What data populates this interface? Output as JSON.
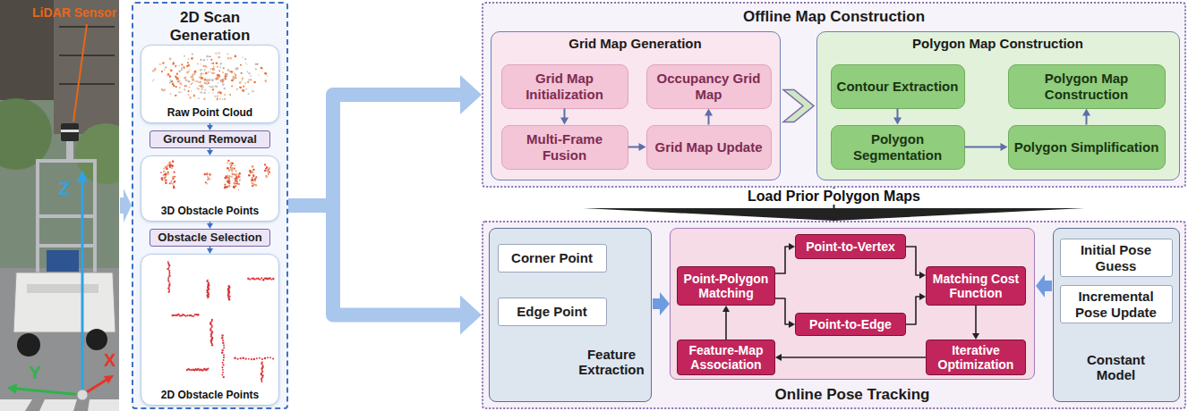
{
  "diagram": {
    "nodes": [
      {
        "text": [
          "2D Scan Generation"
        ]
      },
      {
        "text": [
          "Raw Point Cloud"
        ],
        "in": 0
      },
      {
        "text": [
          "Ground Removal"
        ],
        "in": 0
      },
      {
        "text": [
          "3D Obstacle Points"
        ],
        "in": 0
      },
      {
        "text": [
          "Obstacle Selection"
        ],
        "in": 0
      },
      {
        "text": [
          "2D Obstacle Points"
        ],
        "in": 0
      },
      {
        "text": [
          "Offline Map Construction"
        ]
      },
      {
        "text": [
          "Grid Map Generation"
        ],
        "in": 6
      },
      {
        "text": [
          "Grid Map Initialization"
        ],
        "in": 7
      },
      {
        "text": [
          "Occupancy Grid Map"
        ],
        "in": 7
      },
      {
        "text": [
          "Multi-Frame Fusion"
        ],
        "in": 7
      },
      {
        "text": [
          "Grid Map Update"
        ],
        "in": 7
      },
      {
        "text": [
          "Polygon Map Construction"
        ],
        "in": 6
      },
      {
        "text": [
          "Contour Extraction"
        ],
        "in": 12
      },
      {
        "text": [
          "Polygon Map Construction"
        ],
        "in": 12
      },
      {
        "text": [
          "Polygon Segmentation"
        ],
        "in": 12
      },
      {
        "text": [
          "Polygon Simplification"
        ],
        "in": 12
      },
      {
        "text": [
          "Online Pose Tracking"
        ]
      },
      {
        "text": [
          "Feature Extraction"
        ],
        "in": 17
      },
      {
        "text": [
          "Corner Point"
        ],
        "in": 18
      },
      {
        "text": [
          "Edge Point"
        ],
        "in": 18
      },
      {
        "text": [
          "Point-to-Vertex"
        ],
        "in": 17
      },
      {
        "text": [
          "Point-Polygon Matching"
        ],
        "in": 17
      },
      {
        "text": [
          "Matching Cost Function"
        ],
        "in": 17
      },
      {
        "text": [
          "Point-to-Edge"
        ],
        "in": 17
      },
      {
        "text": [
          "Feature-Map Association"
        ],
        "in": 17
      },
      {
        "text": [
          "Iterative Optimization"
        ],
        "in": 17
      },
      {
        "text": [
          "Constant Model"
        ],
        "in": 17
      },
      {
        "text": [
          "Initial Pose Guess"
        ],
        "in": 27
      },
      {
        "text": [
          "Incremental Pose Update"
        ],
        "in": 27
      }
    ],
    "edges": [
      {
        "from": 0,
        "to": 6,
        "arrow": "to"
      },
      {
        "from": 0,
        "to": 17,
        "arrow": "to"
      },
      {
        "from": 1,
        "to": 2,
        "arrow": "to"
      },
      {
        "from": 2,
        "to": 3,
        "arrow": "to"
      },
      {
        "from": 3,
        "to": 4,
        "arrow": "to"
      },
      {
        "from": 4,
        "to": 5,
        "arrow": "to"
      },
      {
        "from": 7,
        "to": 12,
        "arrow": "to"
      },
      {
        "from": 8,
        "to": 10,
        "arrow": "to"
      },
      {
        "from": 10,
        "to": 11,
        "arrow": "to"
      },
      {
        "from": 11,
        "to": 9,
        "arrow": "to"
      },
      {
        "from": 13,
        "to": 15,
        "arrow": "to"
      },
      {
        "from": 15,
        "to": 16,
        "arrow": "to"
      },
      {
        "from": 16,
        "to": 14,
        "arrow": "to"
      },
      {
        "from": 6,
        "to": 17,
        "label": "Load Prior Polygon Maps",
        "arrow": "to"
      },
      {
        "from": 25,
        "to": 22,
        "arrow": "to"
      },
      {
        "from": 22,
        "to": 21,
        "arrow": "to"
      },
      {
        "from": 22,
        "to": 24,
        "arrow": "to"
      },
      {
        "from": 21,
        "to": 23,
        "arrow": "to"
      },
      {
        "from": 24,
        "to": 23,
        "arrow": "to"
      },
      {
        "from": 23,
        "to": 26,
        "arrow": "to"
      },
      {
        "from": 26,
        "to": 25,
        "arrow": "to"
      }
    ],
    "labels": [
      "LiDAR Sensor",
      "Z",
      "Y",
      "X"
    ]
  }
}
